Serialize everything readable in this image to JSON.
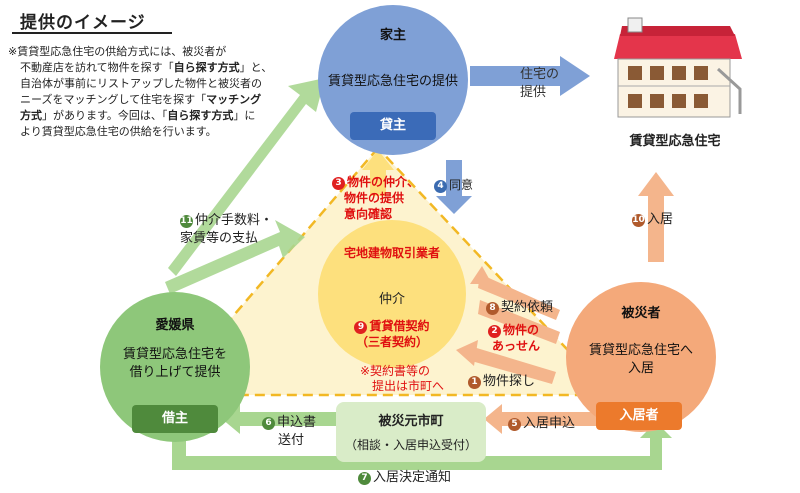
{
  "page_title": "提供のイメージ",
  "note": {
    "line1": "※賃貸型応急住宅の供給方式には、被災者が",
    "line2a": "不動産店を訪れて物件を探す「",
    "line2b": "自ら探す方式",
    "line2c": "」と、",
    "line3": "自治体が事前にリストアップした物件と被災者の",
    "line4a": "ニーズをマッチングして住宅を探す「",
    "line4b": "マッチング",
    "line5a": "方式",
    "line5b": "」があります。今回は、「",
    "line5c": "自ら探す方式",
    "line5d": "」に",
    "line6": "より賃貸型応急住宅の供給を行います。"
  },
  "landlord": {
    "title": "家主",
    "text": "賃貸型応急住宅の提供",
    "badge": "貸主"
  },
  "house": {
    "label": "賃貸型応急住宅"
  },
  "prefecture": {
    "title": "愛媛県",
    "text_line1": "賃貸型応急住宅を",
    "text_line2": "借り上げて提供",
    "badge": "借主"
  },
  "victim": {
    "title": "被災者",
    "text_line1": "賃貸型応急住宅へ",
    "text_line2": "入居",
    "badge": "入居者"
  },
  "broker": {
    "title": "宅地建物取引業者",
    "role": "仲介",
    "contract_line1": "賃貸借契約",
    "contract_line2": "（三者契約）"
  },
  "city": {
    "title": "被災元市町",
    "subtitle": "（相談・入居申込受付）"
  },
  "steps": {
    "s1": {
      "num": "1",
      "label": "物件探し"
    },
    "s2": {
      "num": "2",
      "label_line1": "物件の",
      "label_line2": "あっせん"
    },
    "s3": {
      "num": "3",
      "label_line1": "物件の仲介、",
      "label_line2": "物件の提供",
      "label_line3": "意向確認"
    },
    "s4": {
      "num": "4",
      "label": "同意"
    },
    "s5": {
      "num": "5",
      "label": "入居申込"
    },
    "s6": {
      "num": "6",
      "label_line1": "申込書",
      "label_line2": "送付"
    },
    "s7": {
      "num": "7",
      "label": "入居決定通知"
    },
    "s8": {
      "num": "8",
      "label": "契約依頼"
    },
    "s9": {
      "num": "9"
    },
    "s10": {
      "num": "10",
      "label": "入居"
    },
    "s11": {
      "num": "11",
      "label_line1": "仲介手数料・",
      "label_line2": "家賃等の支払"
    }
  },
  "supply_label": {
    "line1": "住宅の",
    "line2": "提供"
  },
  "documents_note": {
    "line1": "※契約書等の",
    "line2": "提出は市町へ"
  },
  "colors": {
    "landlord_blue": "#7fa0d6",
    "badge_blue": "#3b6bb8",
    "prefecture_green": "#8ec77a",
    "badge_green": "#4f8a3c",
    "victim_orange": "#f4a97a",
    "badge_orange": "#ec7a2c",
    "broker_yellow": "#fde07d",
    "triangle_fill": "#fdf3cf",
    "triangle_dash": "#f2b824",
    "city_green": "#d9ecc8",
    "arrow_red": "#e01010"
  }
}
